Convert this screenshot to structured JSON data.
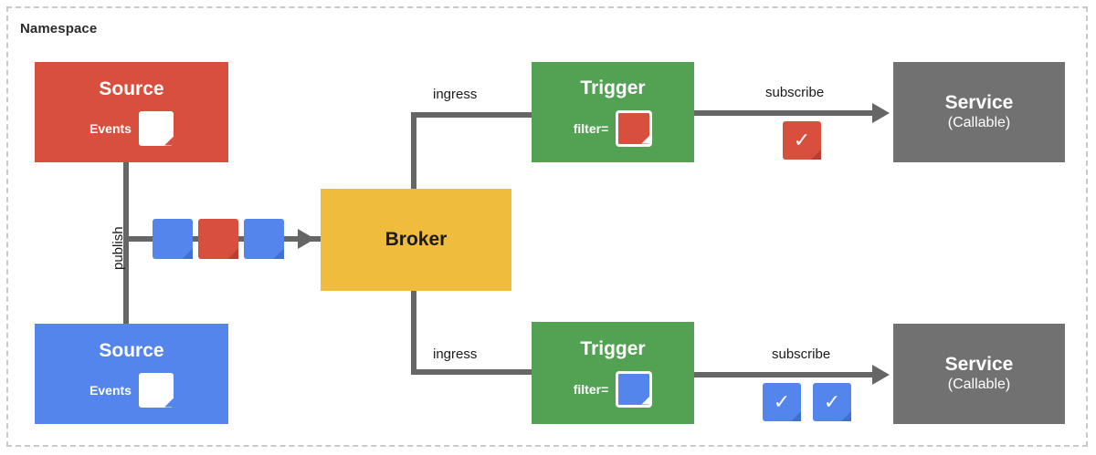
{
  "namespace": {
    "label": "Namespace",
    "border_color": "#c9c9c9"
  },
  "colors": {
    "red": "#d94f3d",
    "blue": "#5485ec",
    "green": "#53a254",
    "amber": "#f0bc3e",
    "gray": "#717171",
    "line": "#666666",
    "white": "#ffffff"
  },
  "nodes": {
    "source_red": {
      "title": "Source",
      "events_label": "Events",
      "color": "#d94f3d",
      "event_icon": "event-card-icon"
    },
    "source_blue": {
      "title": "Source",
      "events_label": "Events",
      "color": "#5485ec",
      "event_icon": "event-card-icon"
    },
    "broker": {
      "title": "Broker",
      "color": "#f0bc3e"
    },
    "trigger_top": {
      "title": "Trigger",
      "filter_label": "filter=",
      "color": "#53a254",
      "filter_color": "#d94f3d"
    },
    "trigger_bottom": {
      "title": "Trigger",
      "filter_label": "filter=",
      "color": "#53a254",
      "filter_color": "#5485ec"
    },
    "service_top": {
      "title": "Service",
      "subtitle": "(Callable)",
      "color": "#717171"
    },
    "service_bottom": {
      "title": "Service",
      "subtitle": "(Callable)",
      "color": "#717171"
    }
  },
  "edges": {
    "publish": "publish",
    "ingress_top": "ingress",
    "ingress_bottom": "ingress",
    "subscribe_top": "subscribe",
    "subscribe_bottom": "subscribe"
  },
  "stream": {
    "events": [
      "#5485ec",
      "#d94f3d",
      "#5485ec"
    ]
  },
  "delivered": {
    "top": [
      {
        "color": "#d94f3d",
        "mark": "✓"
      }
    ],
    "bottom": [
      {
        "color": "#5485ec",
        "mark": "✓"
      },
      {
        "color": "#5485ec",
        "mark": "✓"
      }
    ]
  }
}
